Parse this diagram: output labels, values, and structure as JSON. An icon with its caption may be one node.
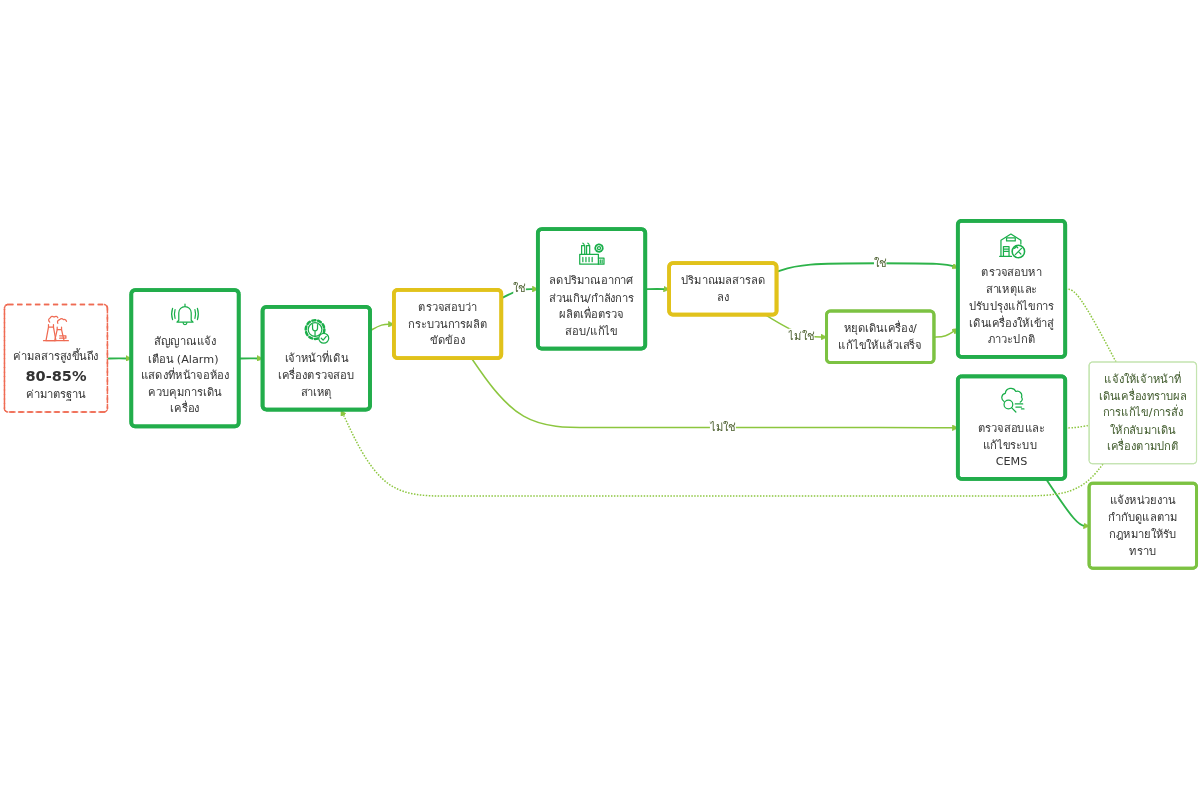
{
  "diagram": {
    "nodes": [
      {
        "text": [
          "ค่ามลสารสูงขึ้นถึง",
          "80-85%",
          "ค่ามาตรฐาน"
        ]
      },
      {
        "text": [
          "สัญญาณแจ้งเตือน (Alarm) แสดงที่หน้าจอห้องควบคุมการเดินเครื่อง"
        ]
      },
      {
        "text": [
          "เจ้าหน้าที่เดินเครื่องตรวจสอบสาเหตุ"
        ]
      },
      {
        "text": [
          "แจ้งให้เจ้าหน้าที่เดินเครื่องทราบผลการแก้ไข/การสั่งให้กลับมาเดินเครื่องตามปกติ"
        ]
      },
      {
        "text": [
          "ตรวจสอบว่ากระบวนการผลิตขัดข้อง"
        ]
      },
      {
        "text": [
          "ลดปริมาณอากาศส่วนเกิน/กำลังการผลิตเพื่อตรวจสอบ/แก้ไข"
        ]
      },
      {
        "text": [
          "ปริมาณมลสารลดลง"
        ]
      },
      {
        "text": [
          "ตรวจสอบหาสาเหตุและปรับปรุงแก้ไขการเดินเครื่องให้เข้าสู่ภาวะปกติ"
        ]
      },
      {
        "text": [
          "แจ้งหน่วยงานกำกับดูแลตามกฎหมายให้รับทราบ"
        ]
      },
      {
        "text": [
          "ตรวจสอบและแก้ไขระบบ CEMS"
        ]
      },
      {
        "text": [
          "หยุดเดินเครื่อง/แก้ไขให้แล้วเสร็จ"
        ]
      }
    ],
    "edges": [
      {
        "from": 0,
        "to": 1,
        "arrow": "to",
        "color": "#2db34a"
      },
      {
        "from": 1,
        "to": 2,
        "arrow": "to",
        "color": "#2db34a"
      },
      {
        "from": 2,
        "to": 4,
        "arrow": "to"
      },
      {
        "from": 4,
        "to": 5,
        "arrow": "to",
        "label": "ใช่",
        "color": "#2db34a"
      },
      {
        "from": 4,
        "to": 9,
        "arrow": "to",
        "label": "ไม่ใช่"
      },
      {
        "from": 5,
        "to": 6,
        "arrow": "to",
        "color": "#2db34a"
      },
      {
        "from": 6,
        "to": 7,
        "arrow": "to",
        "label": "ใช่",
        "color": "#2db34a"
      },
      {
        "from": 6,
        "to": 10,
        "arrow": "to",
        "label": "ไม่ใช่"
      },
      {
        "from": 10,
        "to": 7,
        "arrow": "to"
      },
      {
        "from": 9,
        "to": 8,
        "arrow": "to",
        "color": "#2db34a"
      },
      {
        "from": 7,
        "to": 3,
        "arrow": "none",
        "style": "dashed"
      },
      {
        "from": 9,
        "to": 3,
        "arrow": "none",
        "style": "dashed"
      },
      {
        "from": 3,
        "to": 2,
        "arrow": "to",
        "style": "dashed"
      }
    ]
  }
}
